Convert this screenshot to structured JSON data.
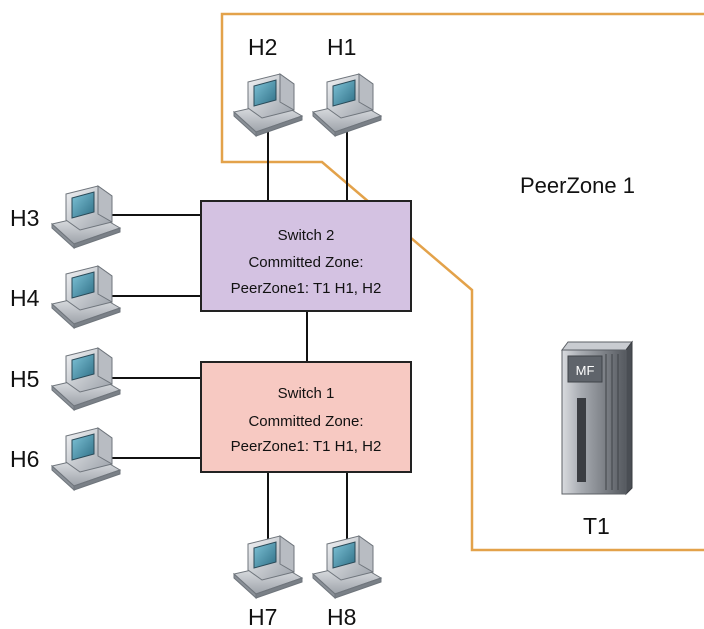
{
  "colors": {
    "zone_border": "#E3A24A",
    "switch1_fill": "#F7C9C2",
    "switch2_fill": "#D4C2E2",
    "box_stroke": "#222222",
    "line": "#111111"
  },
  "zone": {
    "label": "PeerZone 1"
  },
  "hosts": {
    "h1": "H1",
    "h2": "H2",
    "h3": "H3",
    "h4": "H4",
    "h5": "H5",
    "h6": "H6",
    "h7": "H7",
    "h8": "H8"
  },
  "switch2": {
    "title": "Switch 2",
    "zone_heading": "Committed Zone:",
    "zone_members": "PeerZone1: T1 H1, H2"
  },
  "switch1": {
    "title": "Switch 1",
    "zone_heading": "Committed Zone:",
    "zone_members": "PeerZone1: T1 H1, H2"
  },
  "target": {
    "label": "T1",
    "badge": "MF",
    "icon": "storage-array-icon"
  },
  "host_icon": "computer-terminal-icon"
}
